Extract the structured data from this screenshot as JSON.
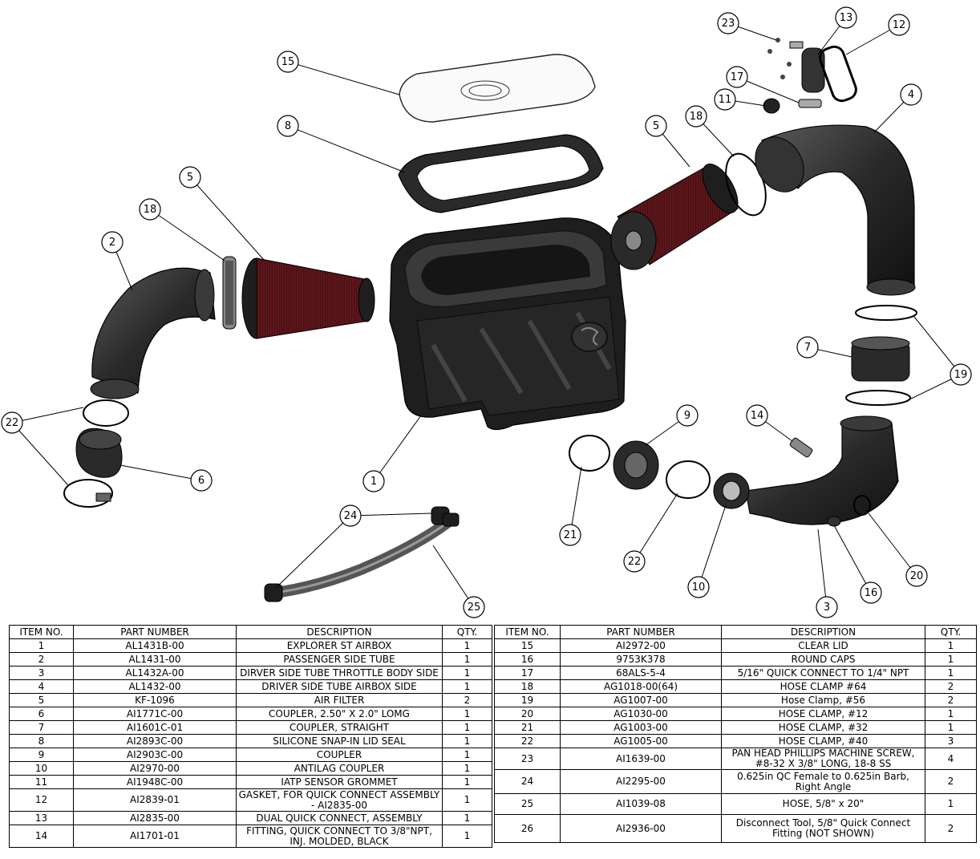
{
  "table_headers": {
    "item": "ITEM NO.",
    "part": "PART NUMBER",
    "desc": "DESCRIPTION",
    "qty": "QTY."
  },
  "bom_left": [
    {
      "item": "1",
      "part": "AL1431B-00",
      "desc": "EXPLORER ST AIRBOX",
      "qty": "1"
    },
    {
      "item": "2",
      "part": "AL1431-00",
      "desc": "PASSENGER SIDE TUBE",
      "qty": "1"
    },
    {
      "item": "3",
      "part": "AL1432A-00",
      "desc": "DIRVER SIDE TUBE THROTTLE BODY SIDE",
      "qty": "1"
    },
    {
      "item": "4",
      "part": "AL1432-00",
      "desc": "DRIVER SIDE TUBE AIRBOX SIDE",
      "qty": "1"
    },
    {
      "item": "5",
      "part": "KF-1096",
      "desc": "AIR FILTER",
      "qty": "2"
    },
    {
      "item": "6",
      "part": "AI1771C-00",
      "desc": "COUPLER, 2.50\" X 2.0\" LOMG",
      "qty": "1"
    },
    {
      "item": "7",
      "part": "AI1601C-01",
      "desc": "COUPLER, STRAIGHT",
      "qty": "1"
    },
    {
      "item": "8",
      "part": "AI2893C-00",
      "desc": "SILICONE SNAP-IN LID SEAL",
      "qty": "1"
    },
    {
      "item": "9",
      "part": "AI2903C-00",
      "desc": "COUPLER",
      "qty": "1"
    },
    {
      "item": "10",
      "part": "AI2970-00",
      "desc": "ANTILAG COUPLER",
      "qty": "1"
    },
    {
      "item": "11",
      "part": "AI1948C-00",
      "desc": "IATP SENSOR GROMMET",
      "qty": "1"
    },
    {
      "item": "12",
      "part": "AI2839-01",
      "desc": "GASKET, FOR QUICK CONNECT ASSEMBLY - AI2835-00",
      "qty": "1"
    },
    {
      "item": "13",
      "part": "AI2835-00",
      "desc": "DUAL QUICK CONNECT, ASSEMBLY",
      "qty": "1"
    },
    {
      "item": "14",
      "part": "AI1701-01",
      "desc": "FITTING, QUICK CONNECT TO 3/8\"NPT, INJ. MOLDED, BLACK",
      "qty": "1"
    }
  ],
  "bom_right": [
    {
      "item": "15",
      "part": "AI2972-00",
      "desc": "CLEAR LID",
      "qty": "1"
    },
    {
      "item": "16",
      "part": "9753K378",
      "desc": "ROUND CAPS",
      "qty": "1"
    },
    {
      "item": "17",
      "part": "68ALS-5-4",
      "desc": "5/16\" QUICK CONNECT TO 1/4\" NPT",
      "qty": "1"
    },
    {
      "item": "18",
      "part": "AG1018-00(64)",
      "desc": "HOSE CLAMP #64",
      "qty": "2"
    },
    {
      "item": "19",
      "part": "AG1007-00",
      "desc": "Hose Clamp, #56",
      "qty": "2"
    },
    {
      "item": "20",
      "part": "AG1030-00",
      "desc": "HOSE CLAMP, #12",
      "qty": "1"
    },
    {
      "item": "21",
      "part": "AG1003-00",
      "desc": "HOSE CLAMP, #32",
      "qty": "1"
    },
    {
      "item": "22",
      "part": "AG1005-00",
      "desc": "HOSE CLAMP, #40",
      "qty": "3"
    },
    {
      "item": "23",
      "part": "AI1639-00",
      "desc": "PAN HEAD PHILLIPS MACHINE SCREW, #8-32 X 3/8\" LONG, 18-8 SS",
      "qty": "4"
    },
    {
      "item": "24",
      "part": "AI2295-00",
      "desc": "0.625in QC Female to 0.625in Barb, Right Angle",
      "qty": "2"
    },
    {
      "item": "25",
      "part": "AI1039-08",
      "desc": "HOSE, 5/8\" x 20\"",
      "qty": "1"
    },
    {
      "item": "26",
      "part": "AI2936-00",
      "desc": "Disconnect Tool, 5/8\" Quick Connect Fitting (NOT SHOWN)",
      "qty": "2"
    }
  ],
  "callouts": [
    "1",
    "2",
    "3",
    "4",
    "5",
    "5",
    "6",
    "7",
    "8",
    "9",
    "10",
    "11",
    "12",
    "13",
    "14",
    "15",
    "16",
    "17",
    "18",
    "18",
    "19",
    "20",
    "21",
    "22",
    "22",
    "23",
    "24",
    "25"
  ],
  "colors": {
    "part_dark": "#2a2a2a",
    "part_mid": "#4a4a4a",
    "filter_red": "#6b1a1f",
    "line": "#000000"
  }
}
